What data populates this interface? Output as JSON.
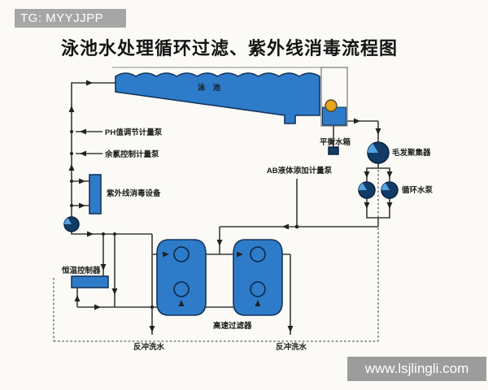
{
  "watermark_top": "TG: MYYJJPP",
  "watermark_bottom": "www.lsjlingli.com",
  "title": "泳池水处理循环过滤、紫外线消毒流程图",
  "diagram": {
    "pool_label": "泳池",
    "labels": {
      "ph_pump": "PH值调节计量泵",
      "chlorine_pump": "余氯控制计量泵",
      "uv_device": "紫外线消毒设备",
      "ab_pump": "AB液体添加计量泵",
      "balance_tank": "平衡水箱",
      "hair_collector": "毛发聚集器",
      "circulation_pump": "循环水泵",
      "thermostat": "恒温控制器",
      "filter": "高速过滤器",
      "backwash_left": "反冲洗水",
      "backwash_right": "反冲洗水"
    },
    "colors": {
      "pool_blue": "#2e7cc9",
      "device_navy": "#123c66",
      "pipe_line": "#3a3a3a",
      "watermark_gray": "#a6a6a6",
      "float_ball": "#e6a51f"
    }
  }
}
